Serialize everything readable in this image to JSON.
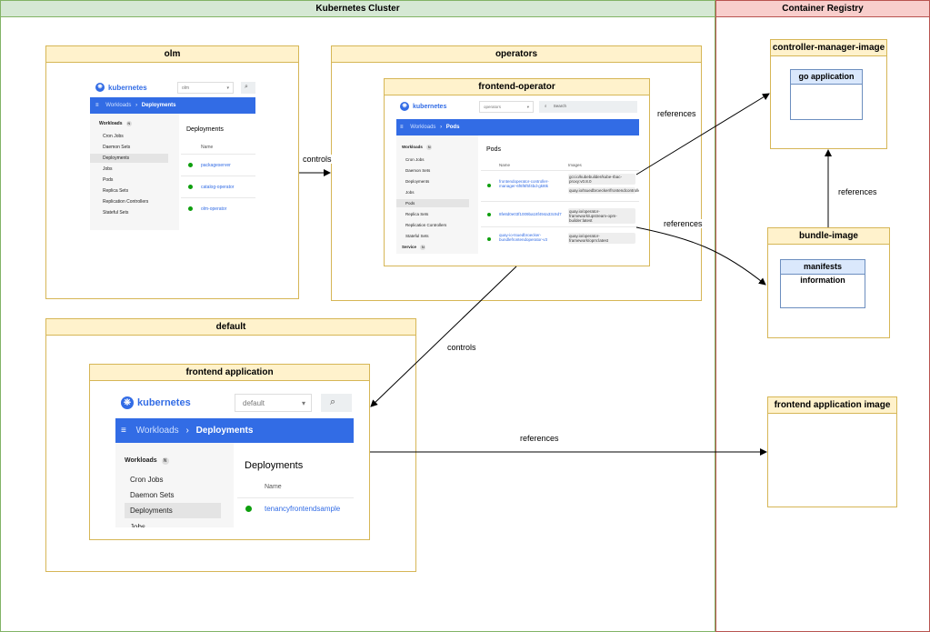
{
  "lanes": {
    "cluster": "Kubernetes Cluster",
    "registry": "Container Registry"
  },
  "boxes": {
    "olm": "olm",
    "operators": "operators",
    "frontend_operator": "frontend-operator",
    "default": "default",
    "frontend_application": "frontend application",
    "controller_manager_image": "controller-manager-image",
    "go_application": "go application",
    "bundle_image": "bundle-image",
    "manifests_information": "manifests information",
    "frontend_application_image": "frontend application image"
  },
  "edges": {
    "olm_controls": "controls",
    "operator_controls": "controls",
    "ref_controller": "references",
    "ref_bundle": "references",
    "ref_bundle_up": "references",
    "ref_frontend": "references"
  },
  "olm_shot": {
    "logo": "kubernetes",
    "namespace": "olm",
    "bar_section": "Workloads",
    "bar_page": "Deployments",
    "side_header": "Workloads",
    "badge": "N",
    "side_items": [
      "Cron Jobs",
      "Daemon Sets",
      "Deployments",
      "Jobs",
      "Pods",
      "Replica Sets",
      "Replication Controllers",
      "Stateful Sets"
    ],
    "main_title": "Deployments",
    "col_name": "Name",
    "rows": [
      "packageserver",
      "catalog-operator",
      "olm-operator"
    ]
  },
  "operator_shot": {
    "logo": "kubernetes",
    "namespace": "operators",
    "search": "Search",
    "bar_section": "Workloads",
    "bar_page": "Pods",
    "side_header": "Workloads",
    "badge": "N",
    "side_items": [
      "Cron Jobs",
      "Daemon Sets",
      "Deployments",
      "Jobs",
      "Pods",
      "Replica Sets",
      "Replication Controllers",
      "Stateful Sets"
    ],
    "side_footer": "Service",
    "main_title": "Pods",
    "col_name": "Name",
    "col_images": "Images",
    "rows": [
      {
        "name": "frontendoperator-controller-manager-6f6f6f5f4bd-gk8tk",
        "images": [
          "gcr.io/kubebuilder/kube-rbac-proxy:v0.8.0",
          "quay.io/tsuedbroecker/frontendcontroller:v3"
        ]
      },
      {
        "name": "8fe8d0e03f1009ba18f494a33c9d7",
        "images": [
          "quay.io/operator-framework/upstream-opm-builder:latest"
        ]
      },
      {
        "name": "quay-io-tsuedbroecker-bundlefrontendoperator-v3",
        "images": [
          "quay.io/operator-framework/opm:latest"
        ]
      }
    ]
  },
  "frontend_shot": {
    "logo": "kubernetes",
    "namespace": "default",
    "bar_section": "Workloads",
    "bar_page": "Deployments",
    "side_header": "Workloads",
    "badge": "N",
    "side_items": [
      "Cron Jobs",
      "Daemon Sets",
      "Deployments",
      "Jobs"
    ],
    "main_title": "Deployments",
    "col_name": "Name",
    "rows": [
      "tenancyfrontendsample"
    ]
  }
}
